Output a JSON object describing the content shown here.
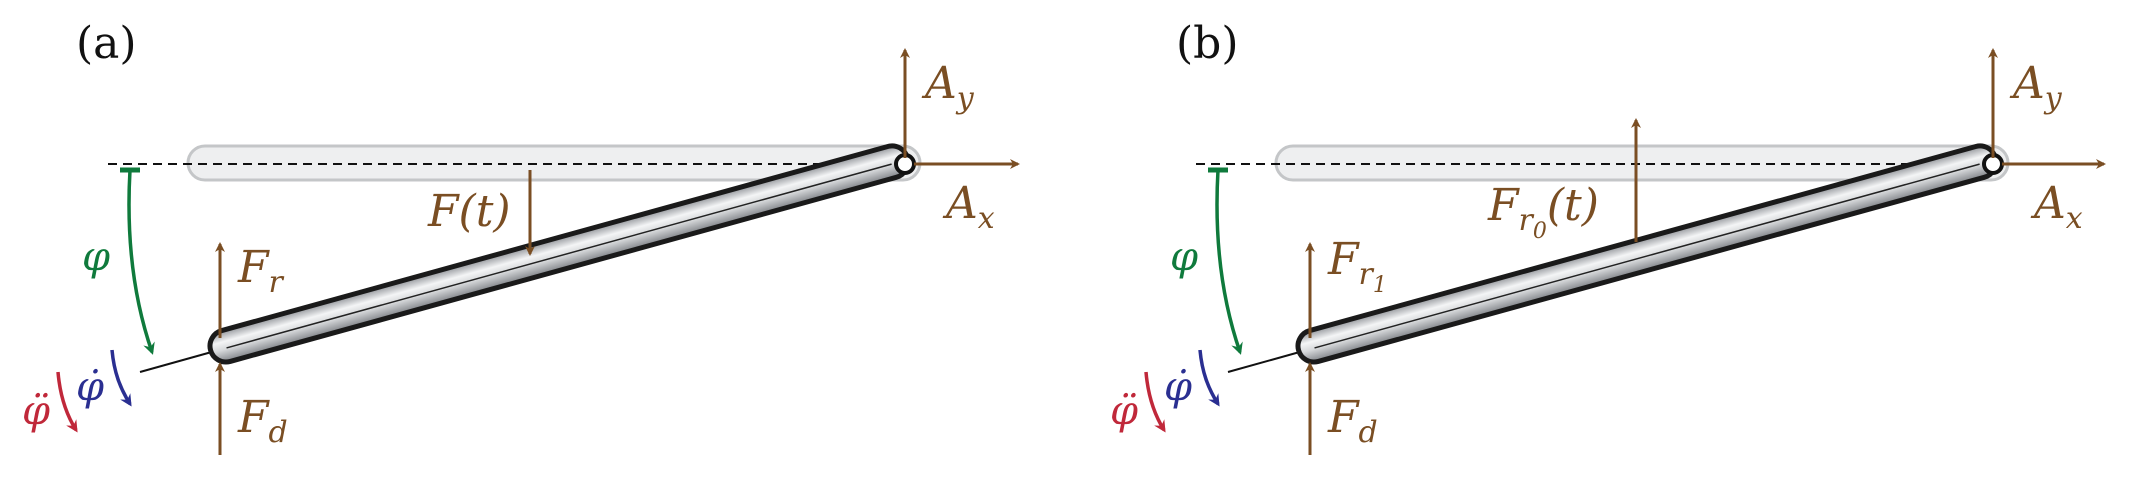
{
  "colors": {
    "force": "#7a4e23",
    "angle": "#0f7a3c",
    "velocity": "#2a2f91",
    "acceleration": "#c0283a",
    "rod_fill": "#c9cbce",
    "rod_outline": "#1a1a1a",
    "ghost_fill": "#eeeff0",
    "ghost_stroke": "#c4c6c8"
  },
  "icons": {
    "pivot": "pivot-icon",
    "free_end": "free-end-icon"
  },
  "panels": [
    {
      "tag": "(a)",
      "labels": {
        "ay": "A",
        "ay_sub": "y",
        "ax": "A",
        "ax_sub": "x",
        "ft": "F(t)",
        "fr": "F",
        "fr_sub": "r",
        "fd": "F",
        "fd_sub": "d",
        "phi": "φ",
        "phidot": "φ̇",
        "phiddot": "φ̈"
      }
    },
    {
      "tag": "(b)",
      "labels": {
        "ay": "A",
        "ay_sub": "y",
        "ax": "A",
        "ax_sub": "x",
        "fr0": "F",
        "fr0_sub": "r",
        "fr0_subsub": "0",
        "fr0_arg": "(t)",
        "fr1": "F",
        "fr1_sub": "r",
        "fr1_subsub": "1",
        "fd": "F",
        "fd_sub": "d",
        "phi": "φ",
        "phidot": "φ̇",
        "phiddot": "φ̈"
      }
    }
  ]
}
